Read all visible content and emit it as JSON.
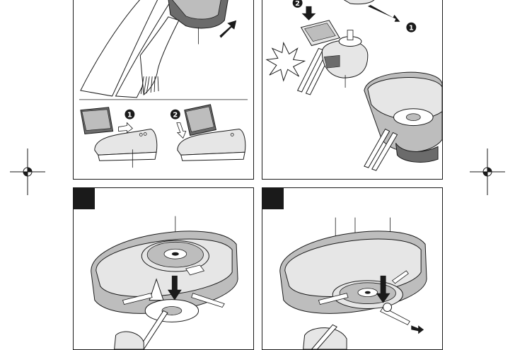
{
  "page": {
    "figures": [
      {
        "id": "fig-charging",
        "steps": [
          {
            "marker": "1"
          },
          {
            "marker": "2"
          }
        ]
      },
      {
        "id": "fig-battery-insert",
        "steps": [
          {
            "marker": "2"
          },
          {
            "marker": "1"
          }
        ]
      },
      {
        "id": "fig-spool-fit",
        "step_label": ""
      },
      {
        "id": "fig-spool-lock",
        "step_label": ""
      }
    ]
  },
  "colors": {
    "line": "#1a1a1a",
    "fill_light": "#e6e6e6",
    "fill_mid": "#bdbdbd",
    "fill_dark": "#6b6b6b",
    "badge": "#1a1a1a"
  }
}
